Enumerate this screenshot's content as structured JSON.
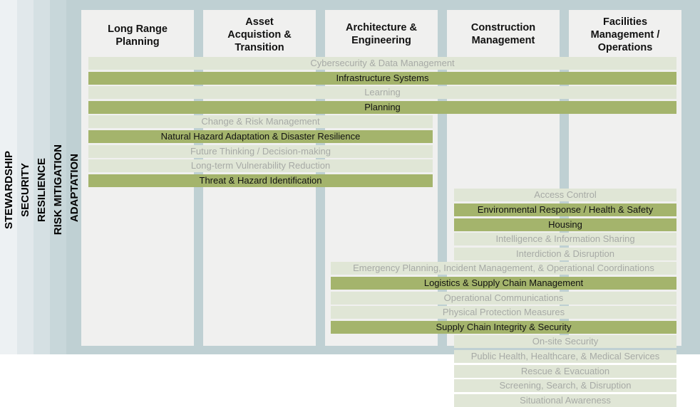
{
  "layers": [
    {
      "label": "STEWARDSHIP",
      "color": "#edf1f3"
    },
    {
      "label": "SECURITY",
      "color": "#e1e8eb"
    },
    {
      "label": "RESILIENCE",
      "color": "#d5e0e3"
    },
    {
      "label": "RISK MITIGATION",
      "color": "#c8d7da"
    },
    {
      "label": "ADAPTATION",
      "color": "#bfd0d3"
    }
  ],
  "columns": [
    {
      "title": "Long Range\nPlanning"
    },
    {
      "title": "Asset\nAcquistion &\nTransition"
    },
    {
      "title": "Architecture &\nEngineering"
    },
    {
      "title": "Construction\nManagement"
    },
    {
      "title": "Facilities\nManagement /\nOperations"
    }
  ],
  "bars": [
    {
      "label": "Cybersecurity & Data Management",
      "style": "light",
      "from": 1,
      "to": 5
    },
    {
      "label": "Infrastructure Systems",
      "style": "dark",
      "from": 1,
      "to": 5
    },
    {
      "label": "Learning",
      "style": "light",
      "from": 1,
      "to": 5
    },
    {
      "label": "Planning",
      "style": "dark",
      "from": 1,
      "to": 5
    },
    {
      "label": "Change & Risk Management",
      "style": "light",
      "from": 1,
      "to": 3
    },
    {
      "label": "Natural Hazard Adaptation & Disaster Resilience",
      "style": "dark",
      "from": 1,
      "to": 3
    },
    {
      "label": "Future Thinking / Decision-making",
      "style": "light",
      "from": 1,
      "to": 3
    },
    {
      "label": "Long-term Vulnerability Reduction",
      "style": "light",
      "from": 1,
      "to": 3
    },
    {
      "label": "Threat & Hazard Identification",
      "style": "dark",
      "from": 1,
      "to": 3
    },
    {
      "label": "Access Control",
      "style": "light",
      "from": 4,
      "to": 5
    },
    {
      "label": "Environmental Response / Health & Safety",
      "style": "dark",
      "from": 4,
      "to": 5
    },
    {
      "label": "Housing",
      "style": "dark",
      "from": 4,
      "to": 5
    },
    {
      "label": "Intelligence & Information Sharing",
      "style": "light",
      "from": 4,
      "to": 5
    },
    {
      "label": "Interdiction & Disruption",
      "style": "light",
      "from": 4,
      "to": 5
    },
    {
      "label": "Emergency Planning, Incident Management, & Operational Coordinations",
      "style": "light",
      "from": 3,
      "to": 5
    },
    {
      "label": "Logistics & Supply Chain Management",
      "style": "dark",
      "from": 3,
      "to": 5
    },
    {
      "label": "Operational Communications",
      "style": "light",
      "from": 3,
      "to": 5
    },
    {
      "label": "Physical Protection Measures",
      "style": "light",
      "from": 3,
      "to": 5
    },
    {
      "label": "Supply Chain Integrity & Security",
      "style": "dark",
      "from": 3,
      "to": 5
    },
    {
      "label": "On-site Security",
      "style": "light",
      "from": 4,
      "to": 5
    },
    {
      "label": "Public Health, Healthcare, & Medical Services",
      "style": "light",
      "from": 4,
      "to": 5
    },
    {
      "label": "Rescue & Evacuation",
      "style": "light",
      "from": 4,
      "to": 5
    },
    {
      "label": "Screening, Search, & Disruption",
      "style": "light",
      "from": 4,
      "to": 5
    },
    {
      "label": "Situational Awareness",
      "style": "light",
      "from": 4,
      "to": 5
    }
  ]
}
